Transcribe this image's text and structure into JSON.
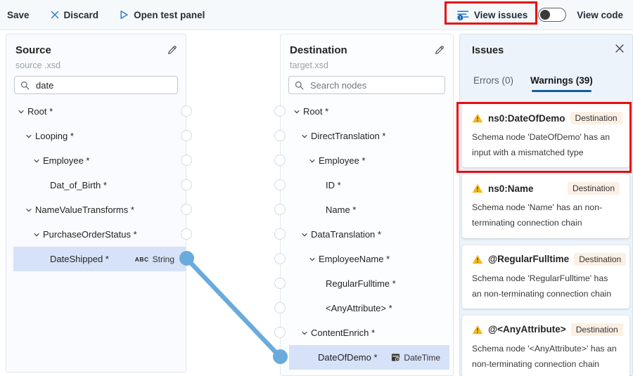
{
  "toolbar": {
    "save": "Save",
    "discard": "Discard",
    "open_test_panel": "Open test panel",
    "view_issues": "View issues",
    "view_code": "View code"
  },
  "source_panel": {
    "title": "Source",
    "subtitle": "source .xsd",
    "search_value": "date",
    "tree": [
      {
        "label": "Root *",
        "indent": 0,
        "expandable": true
      },
      {
        "label": "Looping *",
        "indent": 1,
        "expandable": true
      },
      {
        "label": "Employee *",
        "indent": 2,
        "expandable": true
      },
      {
        "label": "Dat_of_Birth *",
        "indent": 3,
        "expandable": false
      },
      {
        "label": "NameValueTransforms *",
        "indent": 1,
        "expandable": true
      },
      {
        "label": "PurchaseOrderStatus *",
        "indent": 2,
        "expandable": true
      },
      {
        "label": "DateShipped *",
        "indent": 3,
        "expandable": false,
        "selected": true,
        "badge": "String",
        "badge_icon": "abc-icon"
      }
    ]
  },
  "destination_panel": {
    "title": "Destination",
    "subtitle": "target.xsd",
    "search_placeholder": "Search nodes",
    "tree": [
      {
        "label": "Root *",
        "indent": 0,
        "expandable": true
      },
      {
        "label": "DirectTranslation *",
        "indent": 1,
        "expandable": true
      },
      {
        "label": "Employee *",
        "indent": 2,
        "expandable": true
      },
      {
        "label": "ID *",
        "indent": 3,
        "expandable": false
      },
      {
        "label": "Name *",
        "indent": 3,
        "expandable": false
      },
      {
        "label": "DataTranslation *",
        "indent": 1,
        "expandable": true
      },
      {
        "label": "EmployeeName *",
        "indent": 2,
        "expandable": true
      },
      {
        "label": "RegularFulltime *",
        "indent": 3,
        "expandable": false
      },
      {
        "label": "<AnyAttribute> *",
        "indent": 3,
        "expandable": false
      },
      {
        "label": "ContentEnrich *",
        "indent": 1,
        "expandable": true
      },
      {
        "label": "DateOfDemo *",
        "indent": 2,
        "expandable": false,
        "selected": true,
        "badge": "DateTime",
        "badge_icon": "datetime-icon"
      }
    ]
  },
  "issues_panel": {
    "title": "Issues",
    "tabs": [
      {
        "label": "Errors (0)",
        "active": false
      },
      {
        "label": "Warnings (39)",
        "active": true
      }
    ],
    "warnings": [
      {
        "name": "ns0:DateOfDemo",
        "badge": "Destination",
        "message": "Schema node 'DateOfDemo' has an input with a mismatched type",
        "highlighted": true
      },
      {
        "name": "ns0:Name",
        "badge": "Destination",
        "message": "Schema node 'Name' has an non-terminating connection chain",
        "highlighted": false
      },
      {
        "name": "@RegularFulltime",
        "badge": "Destination",
        "message": "Schema node 'RegularFulltime' has an non-terminating connection chain",
        "highlighted": false
      },
      {
        "name": "@<AnyAttribute>",
        "badge": "Destination",
        "message": "Schema node '<AnyAttribute>' has an non-terminating connection chain",
        "highlighted": false
      }
    ]
  },
  "icons": {
    "discard": "x-icon",
    "open_test_panel": "play-icon",
    "view_issues": "list-info-icon",
    "edit": "pencil-icon",
    "search": "search-icon",
    "close": "close-icon",
    "warning": "warning-triangle-icon",
    "string_type": "abc-icon",
    "datetime_type": "calendar-clock-icon"
  },
  "colors": {
    "accent": "#0f6cbd",
    "connection_line": "#6aabdc",
    "selected_row": "#d6e2f7",
    "warning_icon": "#f5b71c",
    "annotation_red": "#e60f0f",
    "tab_underline": "#115ea3",
    "destination_badge_bg": "#fcf0e4"
  }
}
